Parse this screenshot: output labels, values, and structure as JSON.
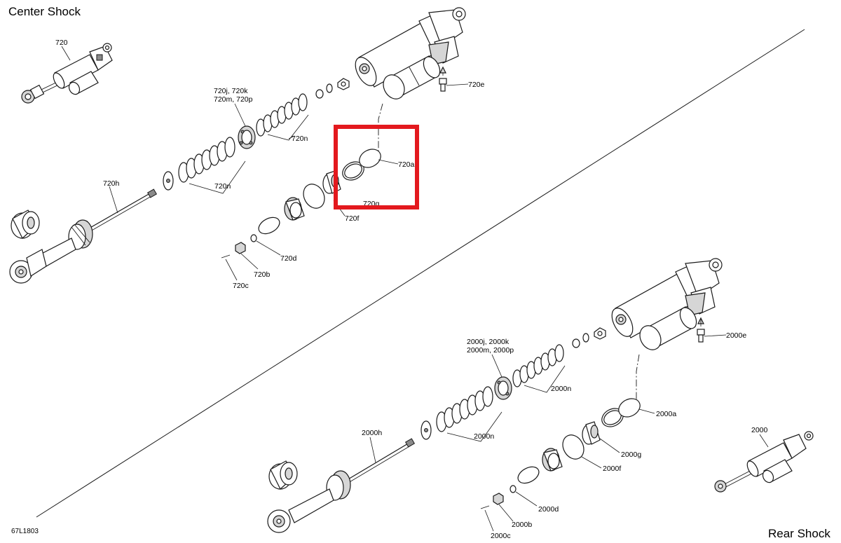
{
  "titles": {
    "center": "Center Shock",
    "rear": "Rear Shock"
  },
  "drawing_code": "67L1803",
  "highlight_color": "#e3191e",
  "center_labels": {
    "assembly": "720",
    "e": "720e",
    "jkmp_line1": "720j, 720k",
    "jkmp_line2": "720m, 720p",
    "n_upper": "720n",
    "n_lower": "720n",
    "a": "720a",
    "g": "720g",
    "f": "720f",
    "h": "720h",
    "d": "720d",
    "b": "720b",
    "c": "720c"
  },
  "rear_labels": {
    "assembly": "2000",
    "e": "2000e",
    "jkmp_line1": "2000j, 2000k",
    "jkmp_line2": "2000m, 2000p",
    "n_upper": "2000n",
    "n_lower": "2000n",
    "a": "2000a",
    "g": "2000g",
    "f": "2000f",
    "h": "2000h",
    "d": "2000d",
    "b": "2000b",
    "c": "2000c"
  }
}
